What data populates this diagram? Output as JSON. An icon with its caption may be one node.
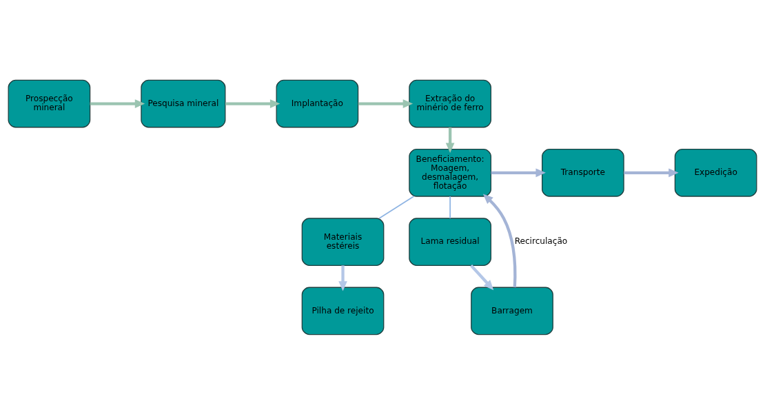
{
  "diagram": {
    "nodes": [
      {
        "text": [
          "Prospecção mineral"
        ]
      },
      {
        "text": [
          "Pesquisa mineral"
        ]
      },
      {
        "text": [
          "Implantação"
        ]
      },
      {
        "text": [
          "Extração do minério de ferro"
        ]
      },
      {
        "text": [
          "Beneficiamento: Moagem, desmalagem, flotação"
        ]
      },
      {
        "text": [
          "Transporte"
        ]
      },
      {
        "text": [
          "Expedição"
        ]
      },
      {
        "text": [
          "Materiais estéreis"
        ]
      },
      {
        "text": [
          "Lama residual"
        ]
      },
      {
        "text": [
          "Pilha de rejeito"
        ]
      },
      {
        "text": [
          "Barragem"
        ]
      }
    ],
    "edges": [
      {
        "from": 0,
        "to": 1,
        "arrow": "to"
      },
      {
        "from": 1,
        "to": 2,
        "arrow": "to"
      },
      {
        "from": 2,
        "to": 3,
        "arrow": "to"
      },
      {
        "from": 3,
        "to": 4,
        "arrow": "to"
      },
      {
        "from": 4,
        "to": 5,
        "arrow": "to",
        "color": "#a4b4d6"
      },
      {
        "from": 5,
        "to": 6,
        "arrow": "to",
        "color": "#a4b4d6"
      },
      {
        "from": 4,
        "to": 7,
        "arrow": "none",
        "color": "#8eb4e3"
      },
      {
        "from": 4,
        "to": 8,
        "arrow": "none",
        "color": "#8eb4e3"
      },
      {
        "from": 7,
        "to": 9,
        "arrow": "to",
        "color": "#b4c7e7"
      },
      {
        "from": 8,
        "to": 10,
        "arrow": "to",
        "color": "#b4c7e7"
      },
      {
        "from": 10,
        "to": 4,
        "arrow": "to",
        "label": "Recirculação",
        "color": "#a4b4d6"
      }
    ]
  }
}
